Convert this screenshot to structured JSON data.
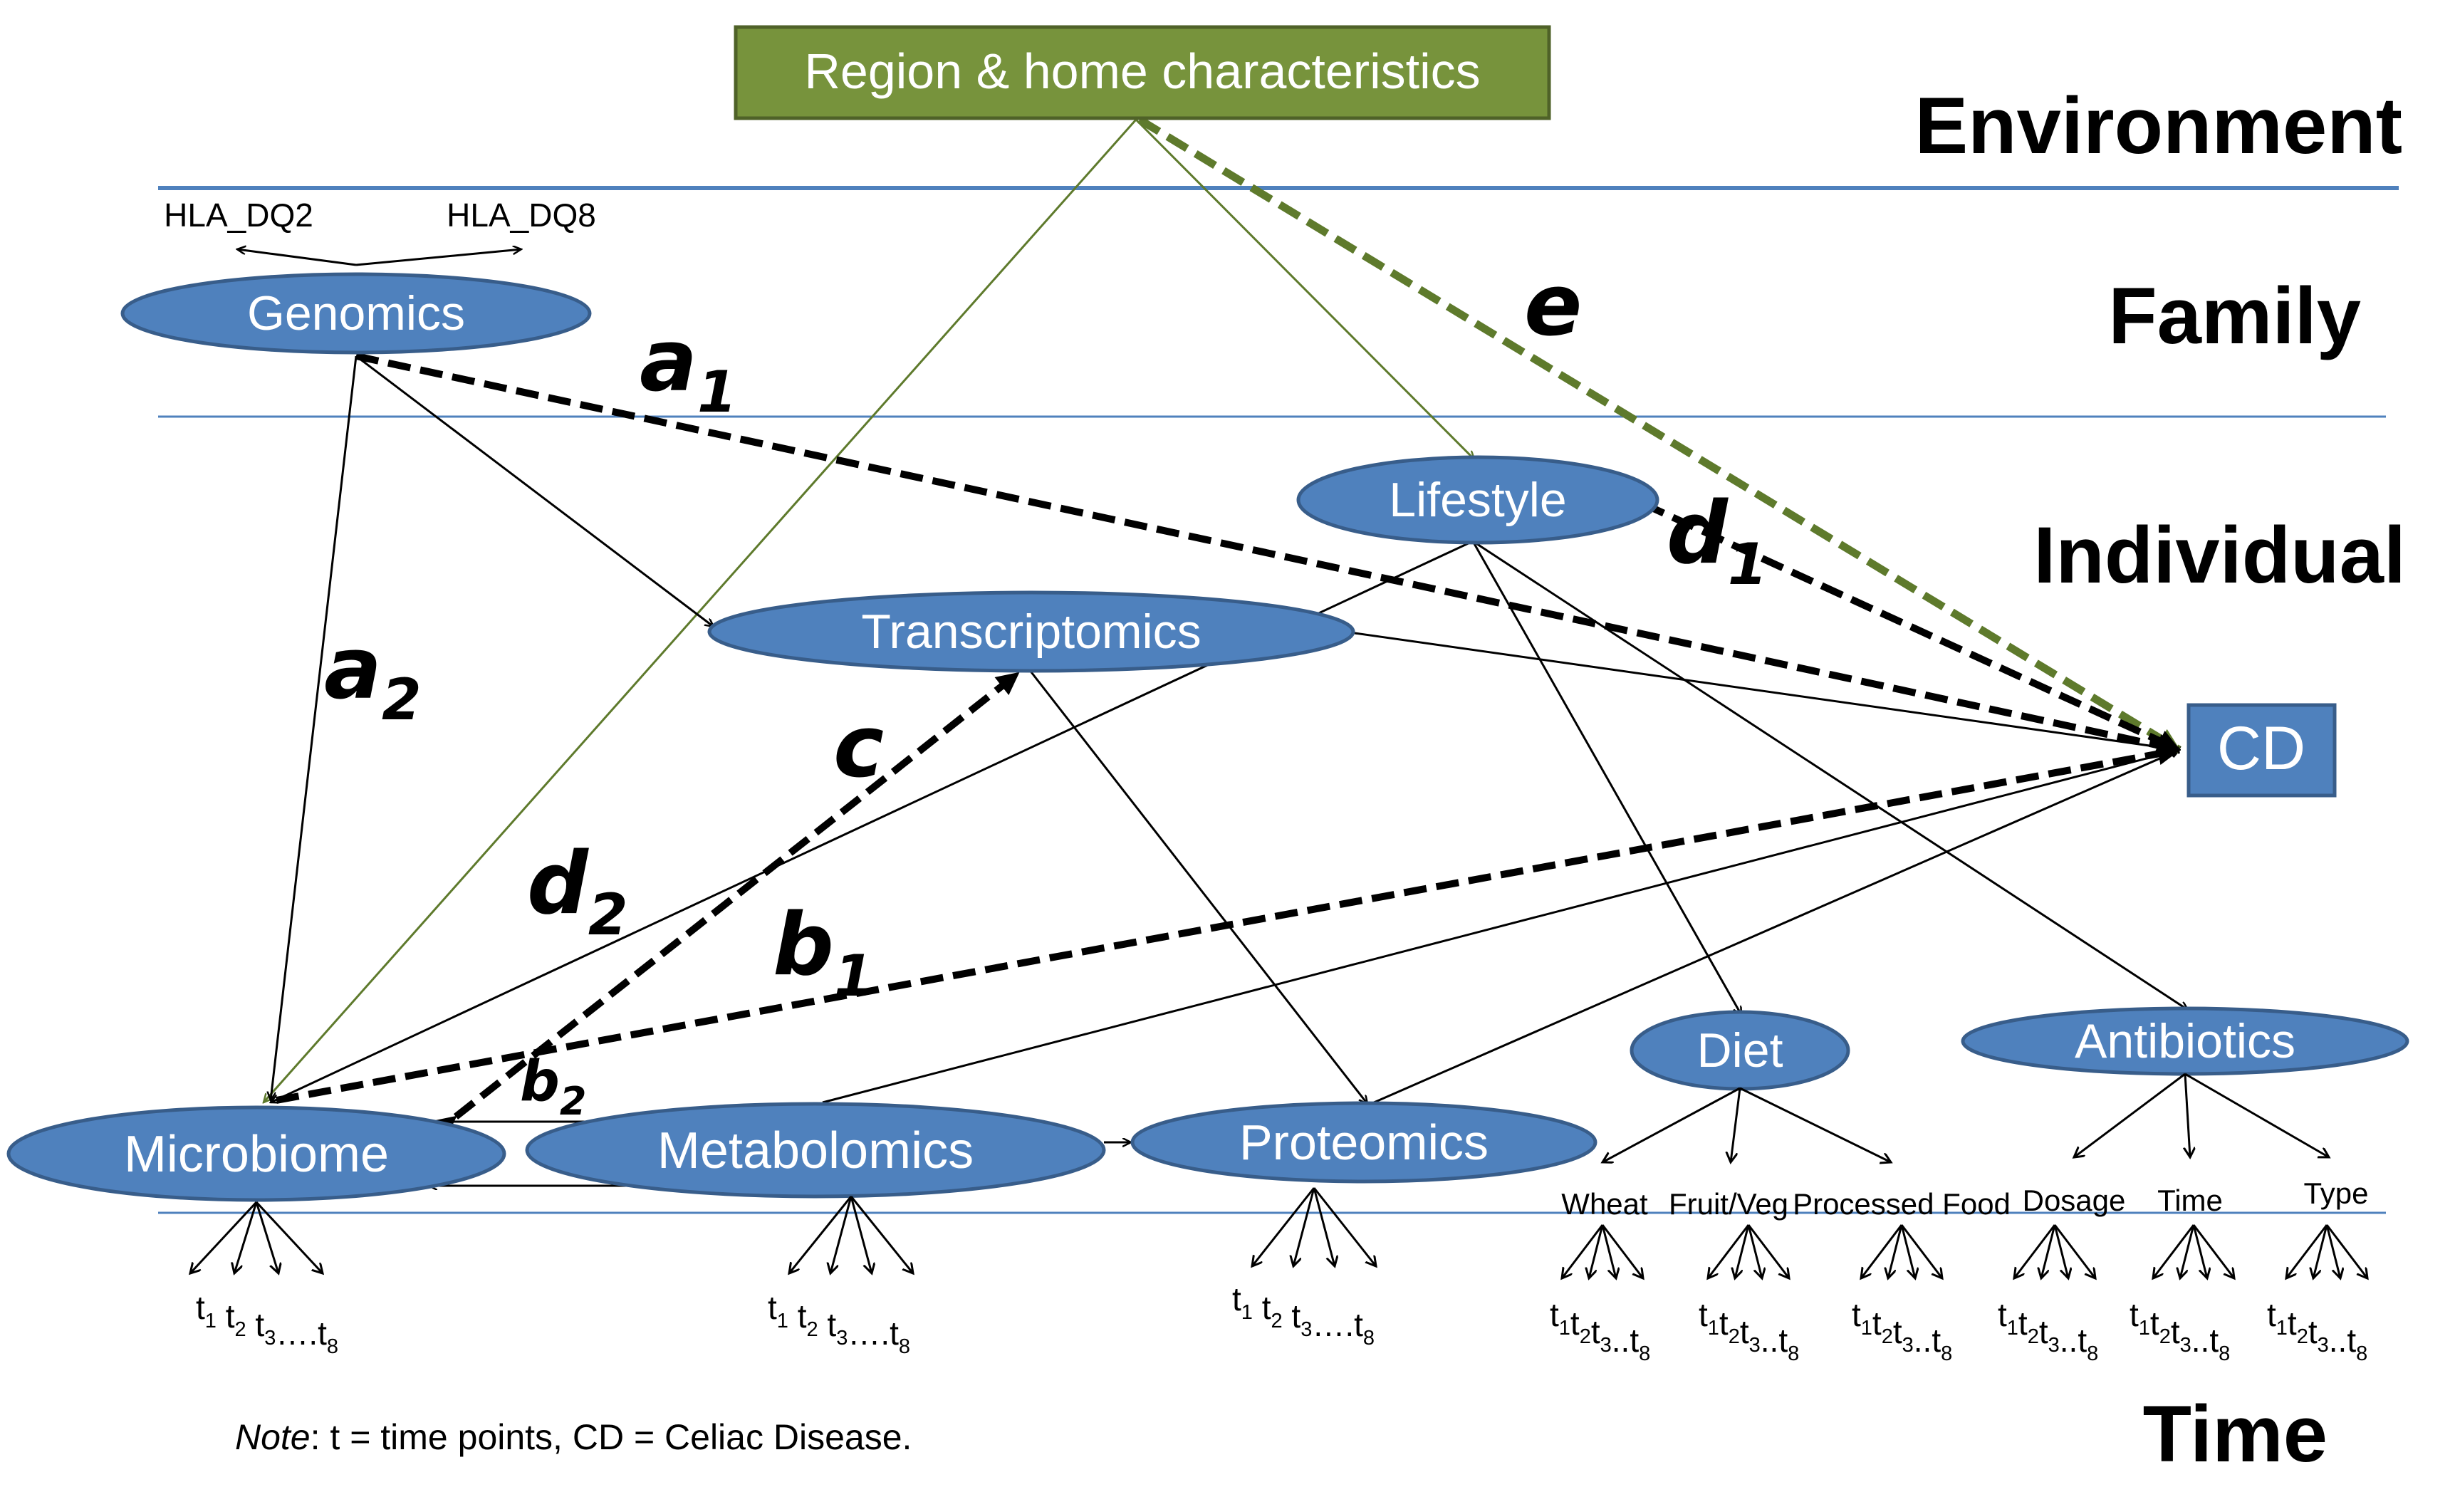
{
  "colors": {
    "node_fill": "#4f81bd",
    "node_stroke": "#385d8a",
    "env_fill": "#77933c",
    "env_stroke": "#4f6228",
    "env_arrow": "#5e7a2c",
    "level_line": "#4f81bd",
    "text_dark": "#000000"
  },
  "levels": {
    "environment": "Environment",
    "family": "Family",
    "individual": "Individual",
    "time": "Time"
  },
  "nodes": {
    "region": "Region & home characteristics",
    "genomics": "Genomics",
    "lifestyle": "Lifestyle",
    "transcriptomics": "Transcriptomics",
    "cd": "CD",
    "diet": "Diet",
    "antibiotics": "Antibiotics",
    "microbiome": "Microbiome",
    "metabolomics": "Metabolomics",
    "proteomics": "Proteomics"
  },
  "genes": {
    "hla_dq2": "HLA_DQ2",
    "hla_dq8": "HLA_DQ8"
  },
  "path_labels": {
    "a1": {
      "base": "a",
      "sub": "1"
    },
    "a2": {
      "base": "a",
      "sub": "2"
    },
    "b1": {
      "base": "b",
      "sub": "1"
    },
    "b2": {
      "base": "b",
      "sub": "2"
    },
    "c": {
      "base": "c",
      "sub": ""
    },
    "d1": {
      "base": "d",
      "sub": "1"
    },
    "d2": {
      "base": "d",
      "sub": "2"
    },
    "e": {
      "base": "e",
      "sub": ""
    }
  },
  "diet_items": {
    "wheat": "Wheat",
    "fruit_veg": "Fruit/Veg",
    "processed_food": "Processed Food"
  },
  "antibiotic_items": {
    "dosage": "Dosage",
    "time": "Time",
    "type": "Type"
  },
  "time_points": {
    "t": "t",
    "s1": "1",
    "s2": "2",
    "s3": "3",
    "s8": "8",
    "dots_long": "….",
    "dots_short": ".."
  },
  "note": {
    "prefix": "Note",
    "text": ": t = time points, CD = Celiac Disease."
  }
}
